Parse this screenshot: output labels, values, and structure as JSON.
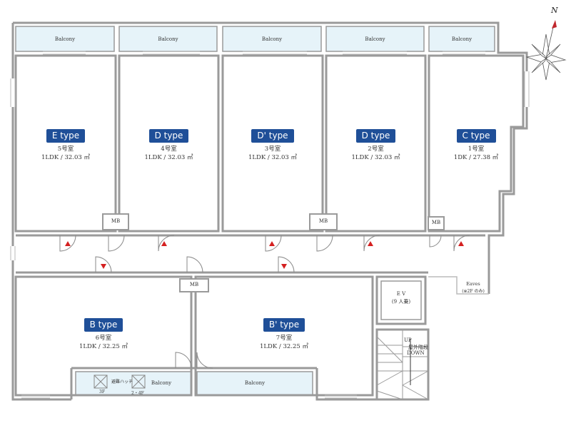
{
  "compass": {
    "north_label": "N"
  },
  "balconies": [
    "Balcony",
    "Balcony",
    "Balcony",
    "Balcony",
    "Balcony",
    "Balcony",
    "Balcony"
  ],
  "units": [
    {
      "type": "E type",
      "room": "5号室",
      "spec": "1LDK / 32.03 ㎡"
    },
    {
      "type": "D type",
      "room": "4号室",
      "spec": "1LDK / 32.03 ㎡"
    },
    {
      "type": "D' type",
      "room": "3号室",
      "spec": "1LDK / 32.03 ㎡"
    },
    {
      "type": "D type",
      "room": "2号室",
      "spec": "1LDK / 32.03 ㎡"
    },
    {
      "type": "C type",
      "room": "1号室",
      "spec": "1DK / 27.38 ㎡"
    },
    {
      "type": "B type",
      "room": "6号室",
      "spec": "1LDK / 32.25 ㎡"
    },
    {
      "type": "B' type",
      "room": "7号室",
      "spec": "1LDK / 32.25 ㎡"
    }
  ],
  "mb_labels": [
    "MB",
    "MB",
    "MB",
    "MB"
  ],
  "ev": {
    "line1": "E V",
    "line2": "(9 人乗)"
  },
  "eaves": {
    "line1": "Eaves",
    "line2": "(※2F のみ)"
  },
  "stairs": {
    "up": "UP",
    "name": "屋外階段",
    "down": "DOWN"
  },
  "hatch": {
    "label": "避難ハッチ",
    "floor_a": "3F",
    "floor_b": "2・4F"
  },
  "colors": {
    "wall": "#9a9a9a",
    "balcony": "#e6f3f9",
    "badge": "#1f4f98",
    "door_mark": "#d42020",
    "compass": "#c0272d"
  }
}
